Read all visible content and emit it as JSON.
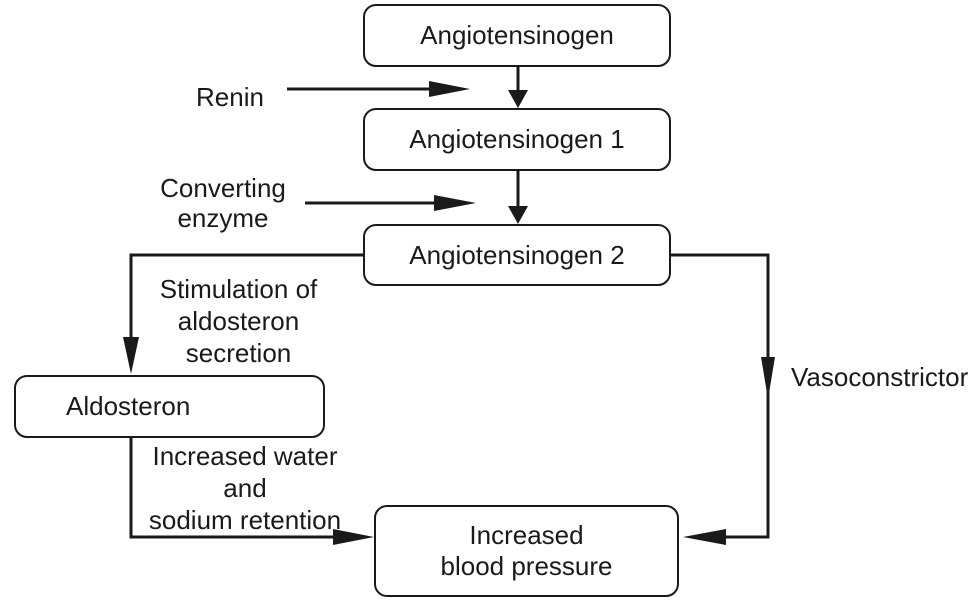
{
  "diagram": {
    "type": "flowchart",
    "nodes": {
      "angiotensinogen": {
        "label": "Angiotensinogen"
      },
      "angiotensinogen_1": {
        "label": "Angiotensinogen 1"
      },
      "angiotensinogen_2": {
        "label": "Angiotensinogen 2"
      },
      "aldosteron": {
        "label": "Aldosteron"
      },
      "increased_blood_pressure": {
        "label_lines": [
          "Increased",
          "blood pressure"
        ]
      }
    },
    "edge_labels": {
      "renin": "Renin",
      "converting_enzyme_lines": [
        "Converting",
        "enzyme"
      ],
      "stimulation_lines": [
        "Stimulation of",
        "aldosteron",
        "secretion"
      ],
      "water_retention_lines": [
        "Increased water",
        "and",
        "sodium retention"
      ],
      "vasoconstrictor": "Vasoconstrictor"
    },
    "colors": {
      "stroke": "#1a1a1a",
      "node_fill": "#ffffff",
      "text": "#1a1a1a",
      "background": "#ffffff"
    }
  }
}
